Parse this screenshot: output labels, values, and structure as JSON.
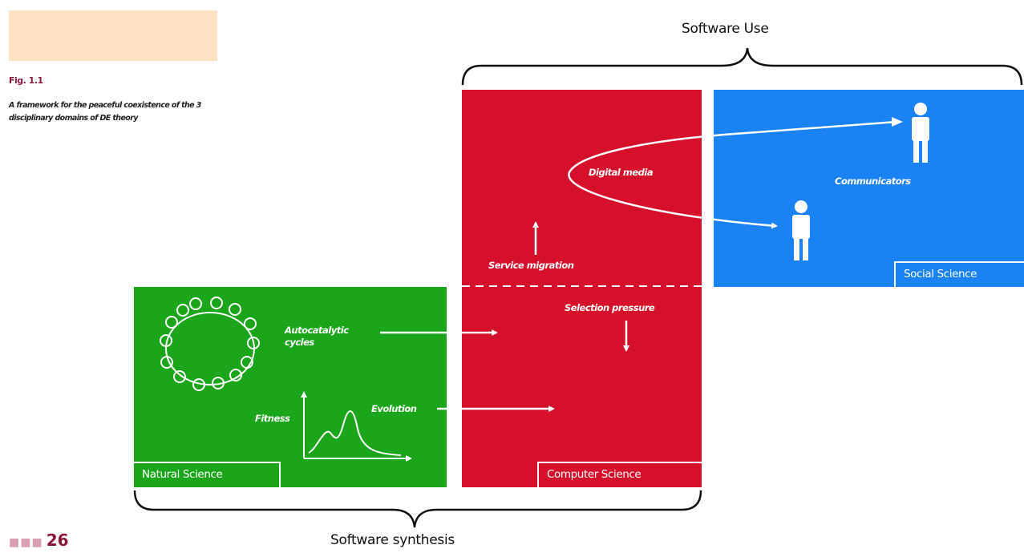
{
  "figure": {
    "label": "Fig. 1.1",
    "caption": "A framework for the peaceful coexistence of the 3 disciplinary domains of DE theory"
  },
  "page_number": "26",
  "braces": {
    "top": "Software Use",
    "bottom": "Software synthesis"
  },
  "domains": {
    "natural": {
      "label": "Natural Science",
      "color": "#1aa51a"
    },
    "computer": {
      "label": "Computer Science",
      "color": "#d60f2a"
    },
    "social": {
      "label": "Social Science",
      "color": "#1b82f5"
    }
  },
  "flow_labels": {
    "autocatalytic": "Autocatalytic cycles",
    "fitness": "Fitness",
    "evolution": "Evolution",
    "service_migration": "Service migration",
    "selection_pressure": "Selection pressure",
    "digital_media": "Digital media",
    "communicators": "Communicators"
  },
  "icons": [
    "person-icon",
    "person-icon",
    "cycle-icon",
    "fitness-chart-icon"
  ]
}
